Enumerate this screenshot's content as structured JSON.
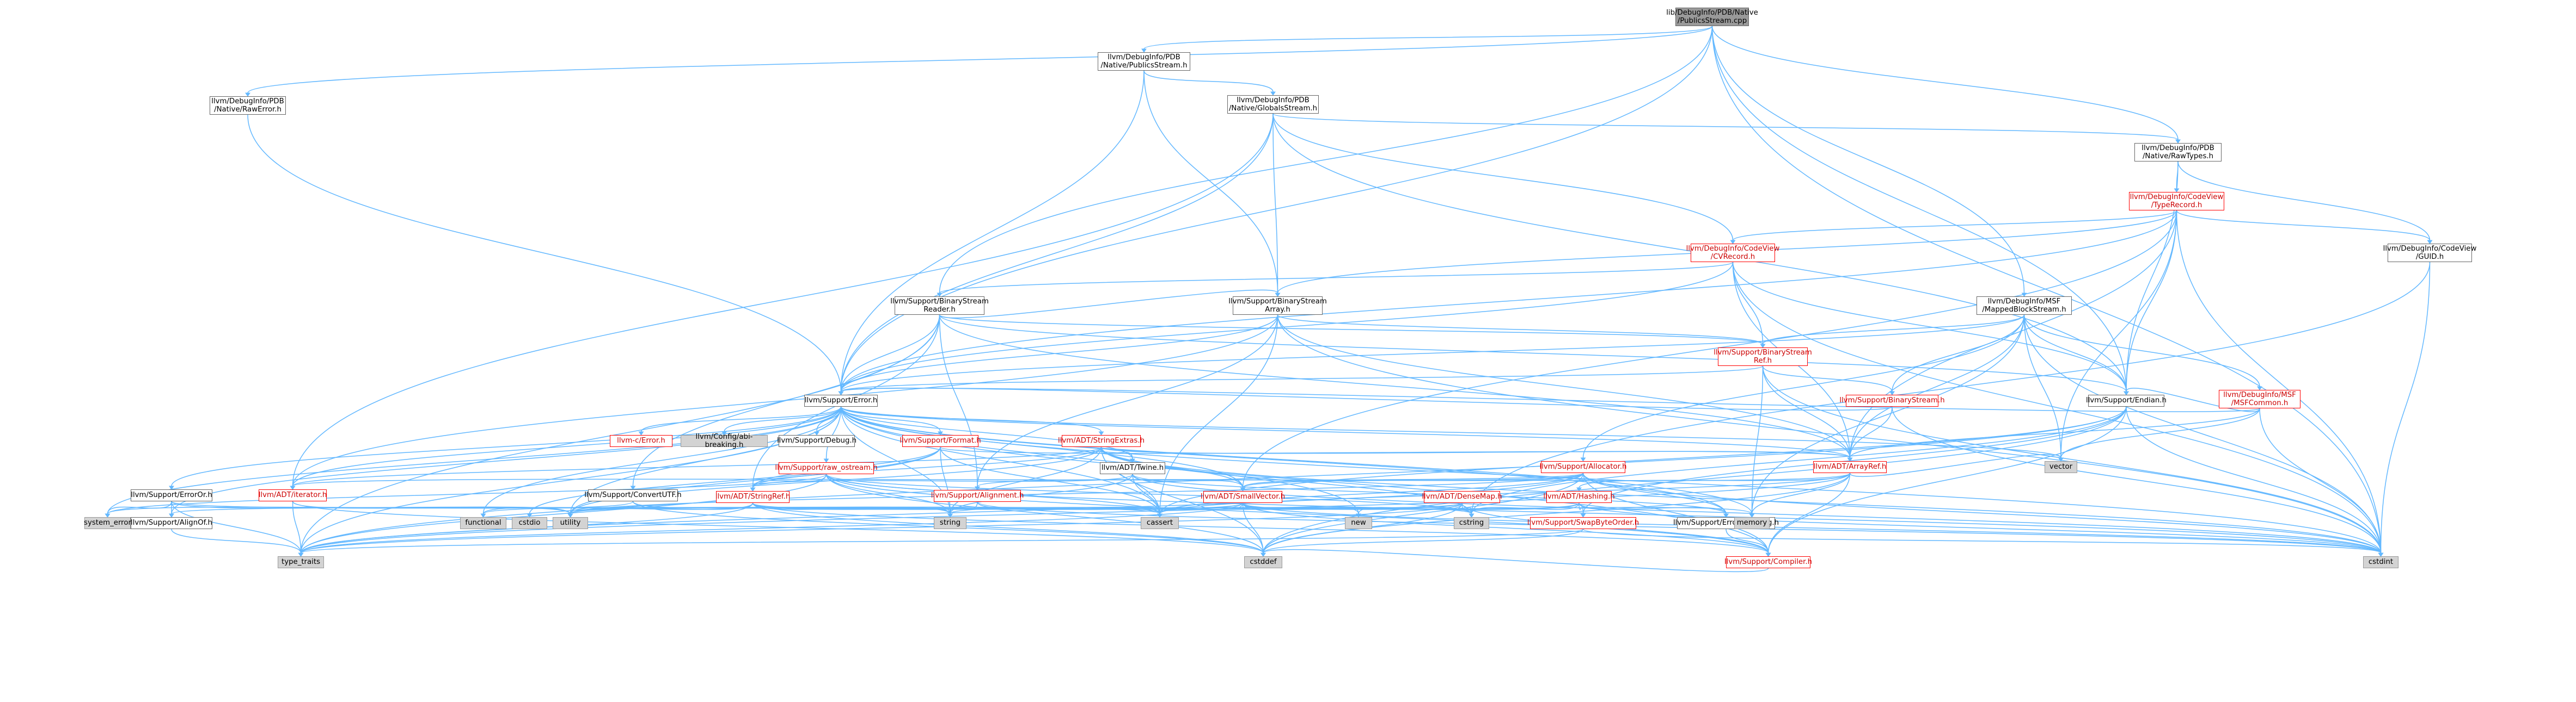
{
  "nodes": [
    {
      "id": "root",
      "label": "lib/DebugInfo/PDB/Native\n/PublicsStream.cpp",
      "kind": "root"
    },
    {
      "id": "nativeRawError",
      "label": "llvm/DebugInfo/PDB\n/Native/RawError.h",
      "kind": "plain"
    },
    {
      "id": "publicsStream",
      "label": "llvm/DebugInfo/PDB\n/Native/PublicsStream.h",
      "kind": "plain"
    },
    {
      "id": "globalsStream",
      "label": "llvm/DebugInfo/PDB\n/Native/GlobalsStream.h",
      "kind": "plain"
    },
    {
      "id": "rawTypes",
      "label": "llvm/DebugInfo/PDB\n/Native/RawTypes.h",
      "kind": "plain"
    },
    {
      "id": "typeRecord",
      "label": "llvm/DebugInfo/CodeView\n/TypeRecord.h",
      "kind": "red"
    },
    {
      "id": "cvRecord",
      "label": "llvm/DebugInfo/CodeView\n/CVRecord.h",
      "kind": "red"
    },
    {
      "id": "guid",
      "label": "llvm/DebugInfo/CodeView\n/GUID.h",
      "kind": "plain"
    },
    {
      "id": "binStreamReader",
      "label": "llvm/Support/BinaryStream\nReader.h",
      "kind": "plain"
    },
    {
      "id": "binStreamArray",
      "label": "llvm/Support/BinaryStream\nArray.h",
      "kind": "plain"
    },
    {
      "id": "mappedBlockStream",
      "label": "llvm/DebugInfo/MSF\n/MappedBlockStream.h",
      "kind": "plain"
    },
    {
      "id": "binStreamRef",
      "label": "llvm/Support/BinaryStream\nRef.h",
      "kind": "red"
    },
    {
      "id": "binStream",
      "label": "llvm/Support/BinaryStream.h",
      "kind": "red"
    },
    {
      "id": "msfCommon",
      "label": "llvm/DebugInfo/MSF\n/MSFCommon.h",
      "kind": "red"
    },
    {
      "id": "endian",
      "label": "llvm/Support/Endian.h",
      "kind": "plain"
    },
    {
      "id": "error",
      "label": "llvm/Support/Error.h",
      "kind": "plain"
    },
    {
      "id": "cError",
      "label": "llvm-c/Error.h",
      "kind": "red"
    },
    {
      "id": "abiBreaking",
      "label": "llvm/Config/abi-breaking.h",
      "kind": "grey"
    },
    {
      "id": "debug",
      "label": "llvm/Support/Debug.h",
      "kind": "plain"
    },
    {
      "id": "format",
      "label": "llvm/Support/Format.h",
      "kind": "red"
    },
    {
      "id": "stringExtras",
      "label": "llvm/ADT/StringExtras.h",
      "kind": "red"
    },
    {
      "id": "arrayRef",
      "label": "llvm/ADT/ArrayRef.h",
      "kind": "red"
    },
    {
      "id": "allocator",
      "label": "llvm/Support/Allocator.h",
      "kind": "red"
    },
    {
      "id": "rawOstream",
      "label": "llvm/Support/raw_ostream.h",
      "kind": "red"
    },
    {
      "id": "twine",
      "label": "llvm/ADT/Twine.h",
      "kind": "plain"
    },
    {
      "id": "errorOr",
      "label": "llvm/Support/ErrorOr.h",
      "kind": "plain"
    },
    {
      "id": "convertUTF",
      "label": "llvm/Support/ConvertUTF.h",
      "kind": "plain"
    },
    {
      "id": "stringRef",
      "label": "llvm/ADT/StringRef.h",
      "kind": "red"
    },
    {
      "id": "iterator",
      "label": "llvm/ADT/iterator.h",
      "kind": "red"
    },
    {
      "id": "alignment",
      "label": "llvm/Support/Alignment.h",
      "kind": "red"
    },
    {
      "id": "smallVector",
      "label": "llvm/ADT/SmallVector.h",
      "kind": "red"
    },
    {
      "id": "denseMap",
      "label": "llvm/ADT/DenseMap.h",
      "kind": "red"
    },
    {
      "id": "hashing",
      "label": "llvm/ADT/Hashing.h",
      "kind": "red"
    },
    {
      "id": "swapByteOrder",
      "label": "llvm/Support/SwapByteOrder.h",
      "kind": "red"
    },
    {
      "id": "errorHandling",
      "label": "llvm/Support/ErrorHandling.h",
      "kind": "plain"
    },
    {
      "id": "compiler",
      "label": "llvm/Support/Compiler.h",
      "kind": "red"
    },
    {
      "id": "alignOf",
      "label": "llvm/Support/AlignOf.h",
      "kind": "plain"
    },
    {
      "id": "systemError",
      "label": "system_error",
      "kind": "grey"
    },
    {
      "id": "typeTraits",
      "label": "type_traits",
      "kind": "grey"
    },
    {
      "id": "functional",
      "label": "functional",
      "kind": "grey"
    },
    {
      "id": "cstdio",
      "label": "cstdio",
      "kind": "grey"
    },
    {
      "id": "utility",
      "label": "utility",
      "kind": "grey"
    },
    {
      "id": "string",
      "label": "string",
      "kind": "grey"
    },
    {
      "id": "cassert",
      "label": "cassert",
      "kind": "grey"
    },
    {
      "id": "new",
      "label": "new",
      "kind": "grey"
    },
    {
      "id": "cstring",
      "label": "cstring",
      "kind": "grey"
    },
    {
      "id": "memory",
      "label": "memory",
      "kind": "grey"
    },
    {
      "id": "vector",
      "label": "vector",
      "kind": "grey"
    },
    {
      "id": "cstddef",
      "label": "cstddef",
      "kind": "grey"
    },
    {
      "id": "cstdint",
      "label": "cstdint",
      "kind": "grey"
    }
  ],
  "edges": [
    [
      "root",
      "nativeRawError"
    ],
    [
      "root",
      "publicsStream"
    ],
    [
      "root",
      "rawTypes"
    ],
    [
      "root",
      "mappedBlockStream"
    ],
    [
      "root",
      "binStreamReader"
    ],
    [
      "root",
      "error"
    ],
    [
      "root",
      "endian"
    ],
    [
      "root",
      "cstdint"
    ],
    [
      "nativeRawError",
      "error"
    ],
    [
      "publicsStream",
      "globalsStream"
    ],
    [
      "publicsStream",
      "binStreamArray"
    ],
    [
      "publicsStream",
      "error"
    ],
    [
      "globalsStream",
      "rawTypes"
    ],
    [
      "globalsStream",
      "cvRecord"
    ],
    [
      "globalsStream",
      "binStreamArray"
    ],
    [
      "globalsStream",
      "error"
    ],
    [
      "globalsStream",
      "endian"
    ],
    [
      "globalsStream",
      "iterator"
    ],
    [
      "rawTypes",
      "guid"
    ],
    [
      "rawTypes",
      "typeRecord"
    ],
    [
      "rawTypes",
      "endian"
    ],
    [
      "typeRecord",
      "guid"
    ],
    [
      "typeRecord",
      "cvRecord"
    ],
    [
      "typeRecord",
      "binStreamArray"
    ],
    [
      "typeRecord",
      "arrayRef"
    ],
    [
      "typeRecord",
      "smallVector"
    ],
    [
      "typeRecord",
      "endian"
    ],
    [
      "typeRecord",
      "error"
    ],
    [
      "typeRecord",
      "vector"
    ],
    [
      "typeRecord",
      "cstdint"
    ],
    [
      "cvRecord",
      "binStreamReader"
    ],
    [
      "cvRecord",
      "binStreamRef"
    ],
    [
      "cvRecord",
      "arrayRef"
    ],
    [
      "cvRecord",
      "endian"
    ],
    [
      "cvRecord",
      "error"
    ],
    [
      "cvRecord",
      "cstdint"
    ],
    [
      "guid",
      "cstdint"
    ],
    [
      "guid",
      "cstring"
    ],
    [
      "binStreamReader",
      "binStreamArray"
    ],
    [
      "binStreamReader",
      "binStreamRef"
    ],
    [
      "binStreamReader",
      "arrayRef"
    ],
    [
      "binStreamReader",
      "stringRef"
    ],
    [
      "binStreamReader",
      "alignment"
    ],
    [
      "binStreamReader",
      "convertUTF"
    ],
    [
      "binStreamReader",
      "endian"
    ],
    [
      "binStreamReader",
      "error"
    ],
    [
      "binStreamReader",
      "typeTraits"
    ],
    [
      "binStreamArray",
      "binStreamRef"
    ],
    [
      "binStreamArray",
      "arrayRef"
    ],
    [
      "binStreamArray",
      "iterator"
    ],
    [
      "binStreamArray",
      "alignment"
    ],
    [
      "binStreamArray",
      "error"
    ],
    [
      "binStreamArray",
      "cassert"
    ],
    [
      "binStreamArray",
      "cstdint"
    ],
    [
      "mappedBlockStream",
      "msfCommon"
    ],
    [
      "mappedBlockStream",
      "binStream"
    ],
    [
      "mappedBlockStream",
      "binStreamRef"
    ],
    [
      "mappedBlockStream",
      "arrayRef"
    ],
    [
      "mappedBlockStream",
      "allocator"
    ],
    [
      "mappedBlockStream",
      "endian"
    ],
    [
      "mappedBlockStream",
      "error"
    ],
    [
      "mappedBlockStream",
      "cstdint"
    ],
    [
      "mappedBlockStream",
      "memory"
    ],
    [
      "mappedBlockStream",
      "vector"
    ],
    [
      "binStreamRef",
      "binStream"
    ],
    [
      "binStreamRef",
      "arrayRef"
    ],
    [
      "binStreamRef",
      "error"
    ],
    [
      "binStreamRef",
      "cstdint"
    ],
    [
      "binStreamRef",
      "memory"
    ],
    [
      "binStream",
      "arrayRef"
    ],
    [
      "binStream",
      "error"
    ],
    [
      "binStream",
      "cstdint"
    ],
    [
      "msfCommon",
      "arrayRef"
    ],
    [
      "msfCommon",
      "endian"
    ],
    [
      "msfCommon",
      "error"
    ],
    [
      "msfCommon",
      "cstdint"
    ],
    [
      "msfCommon",
      "vector"
    ],
    [
      "endian",
      "compiler"
    ],
    [
      "endian",
      "swapByteOrder"
    ],
    [
      "endian",
      "cassert"
    ],
    [
      "endian",
      "cstddef"
    ],
    [
      "endian",
      "cstdint"
    ],
    [
      "endian",
      "cstring"
    ],
    [
      "endian",
      "typeTraits"
    ],
    [
      "error",
      "cError"
    ],
    [
      "error",
      "abiBreaking"
    ],
    [
      "error",
      "debug"
    ],
    [
      "error",
      "format"
    ],
    [
      "error",
      "stringExtras"
    ],
    [
      "error",
      "arrayRef"
    ],
    [
      "error",
      "smallVector"
    ],
    [
      "error",
      "twine"
    ],
    [
      "error",
      "errorOr"
    ],
    [
      "error",
      "alignOf"
    ],
    [
      "error",
      "errorHandling"
    ],
    [
      "error",
      "compiler"
    ],
    [
      "error",
      "rawOstream"
    ],
    [
      "error",
      "cassert"
    ],
    [
      "error",
      "cstdint"
    ],
    [
      "error",
      "cstdlib"
    ],
    [
      "error",
      "functional"
    ],
    [
      "error",
      "memory"
    ],
    [
      "error",
      "new"
    ],
    [
      "error",
      "string"
    ],
    [
      "error",
      "systemError"
    ],
    [
      "error",
      "typeTraits"
    ],
    [
      "error",
      "utility"
    ],
    [
      "error",
      "vector"
    ],
    [
      "error",
      "iterator"
    ],
    [
      "format",
      "arrayRef"
    ],
    [
      "format",
      "stringRef"
    ],
    [
      "format",
      "cassert"
    ],
    [
      "format",
      "cstdio"
    ],
    [
      "format",
      "string"
    ],
    [
      "format",
      "tuple"
    ],
    [
      "format",
      "utility"
    ],
    [
      "stringExtras",
      "arrayRef"
    ],
    [
      "stringExtras",
      "smallVector"
    ],
    [
      "stringExtras",
      "stringRef"
    ],
    [
      "stringExtras",
      "twine"
    ],
    [
      "stringExtras",
      "cassert"
    ],
    [
      "stringExtras",
      "cstddef"
    ],
    [
      "stringExtras",
      "cstdint"
    ],
    [
      "stringExtras",
      "cstdlib"
    ],
    [
      "stringExtras",
      "cstring"
    ],
    [
      "stringExtras",
      "iterator"
    ],
    [
      "stringExtras",
      "string"
    ],
    [
      "stringExtras",
      "utility"
    ],
    [
      "arrayRef",
      "hashing"
    ],
    [
      "arrayRef",
      "smallVector"
    ],
    [
      "arrayRef",
      "compiler"
    ],
    [
      "arrayRef",
      "cassert"
    ],
    [
      "arrayRef",
      "cstddef"
    ],
    [
      "arrayRef",
      "memory"
    ],
    [
      "arrayRef",
      "typeTraits"
    ],
    [
      "arrayRef",
      "vector"
    ],
    [
      "allocator",
      "compiler"
    ],
    [
      "allocator",
      "alignment"
    ],
    [
      "allocator",
      "smallVector"
    ],
    [
      "allocator",
      "errorHandling"
    ],
    [
      "allocator",
      "cassert"
    ],
    [
      "allocator",
      "cstddef"
    ],
    [
      "allocator",
      "cstdint"
    ],
    [
      "allocator",
      "iterator"
    ],
    [
      "allocator",
      "typeTraits"
    ],
    [
      "allocator",
      "utility"
    ],
    [
      "rawOstream",
      "stringRef"
    ],
    [
      "rawOstream",
      "compiler"
    ],
    [
      "rawOstream",
      "cassert"
    ],
    [
      "rawOstream",
      "cstddef"
    ],
    [
      "rawOstream",
      "cstdint"
    ],
    [
      "rawOstream",
      "cstring"
    ],
    [
      "rawOstream",
      "string"
    ],
    [
      "rawOstream",
      "systemError"
    ],
    [
      "rawOstream",
      "typeTraits"
    ],
    [
      "twine",
      "smallVector"
    ],
    [
      "twine",
      "stringRef"
    ],
    [
      "twine",
      "errorHandling"
    ],
    [
      "twine",
      "cassert"
    ],
    [
      "twine",
      "cstdint"
    ],
    [
      "twine",
      "string"
    ],
    [
      "errorOr",
      "alignOf"
    ],
    [
      "errorOr",
      "cassert"
    ],
    [
      "errorOr",
      "systemError"
    ],
    [
      "errorOr",
      "typeTraits"
    ],
    [
      "errorOr",
      "utility"
    ],
    [
      "convertUTF",
      "cstddef"
    ],
    [
      "convertUTF",
      "string"
    ],
    [
      "convertUTF",
      "systemError"
    ],
    [
      "stringRef",
      "compiler"
    ],
    [
      "stringRef",
      "cassert"
    ],
    [
      "stringRef",
      "cstddef"
    ],
    [
      "stringRef",
      "cstring"
    ],
    [
      "stringRef",
      "functional"
    ],
    [
      "stringRef",
      "string"
    ],
    [
      "stringRef",
      "typeTraits"
    ],
    [
      "stringRef",
      "utility"
    ],
    [
      "iterator",
      "cstddef"
    ],
    [
      "iterator",
      "typeTraits"
    ],
    [
      "iterator",
      "utility"
    ],
    [
      "alignment",
      "cassert"
    ],
    [
      "alignment",
      "cstdint"
    ],
    [
      "alignment",
      "string"
    ],
    [
      "smallVector",
      "compiler"
    ],
    [
      "smallVector",
      "cassert"
    ],
    [
      "smallVector",
      "cstddef"
    ],
    [
      "smallVector",
      "cstdint"
    ],
    [
      "smallVector",
      "cstring"
    ],
    [
      "smallVector",
      "functional"
    ],
    [
      "smallVector",
      "memory"
    ],
    [
      "smallVector",
      "new"
    ],
    [
      "smallVector",
      "typeTraits"
    ],
    [
      "smallVector",
      "utility"
    ],
    [
      "denseMap",
      "alignOf"
    ],
    [
      "denseMap",
      "compiler"
    ],
    [
      "denseMap",
      "cassert"
    ],
    [
      "denseMap",
      "cstddef"
    ],
    [
      "denseMap",
      "cstring"
    ],
    [
      "denseMap",
      "new"
    ],
    [
      "denseMap",
      "typeTraits"
    ],
    [
      "denseMap",
      "utility"
    ],
    [
      "hashing",
      "errorHandling"
    ],
    [
      "hashing",
      "swapByteOrder"
    ],
    [
      "hashing",
      "cassert"
    ],
    [
      "hashing",
      "cstdint"
    ],
    [
      "hashing",
      "cstring"
    ],
    [
      "hashing",
      "string"
    ],
    [
      "swapByteOrder",
      "cstddef"
    ],
    [
      "swapByteOrder",
      "cstdint"
    ],
    [
      "swapByteOrder",
      "typeTraits"
    ],
    [
      "errorHandling",
      "compiler"
    ],
    [
      "compiler",
      "cstddef"
    ],
    [
      "alignOf",
      "typeTraits"
    ]
  ]
}
